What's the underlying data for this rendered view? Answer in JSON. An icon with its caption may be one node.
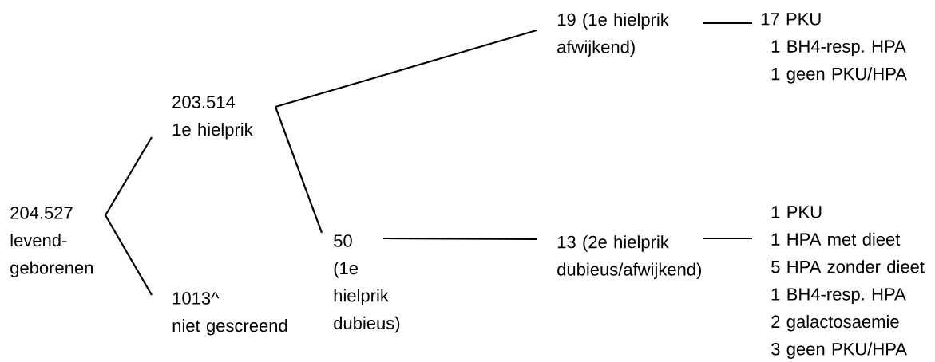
{
  "diagram": {
    "nodes": [
      {
        "text": [
          "204.527",
          "levend- geborenen"
        ]
      },
      {
        "text": [
          "203.514",
          "1e hielprik"
        ]
      },
      {
        "text": [
          "1013^",
          "niet gescreend"
        ]
      },
      {
        "text": [
          "50",
          "(1e hielprik dubieus)"
        ]
      },
      {
        "text": [
          "19 (1e hielprik afwijkend)"
        ]
      },
      {
        "text": [
          "13 (2e hielprik dubieus/afwijkend)"
        ]
      },
      {
        "text": [
          "17 PKU",
          "1 BH4-resp. HPA",
          "1 geen PKU/HPA"
        ]
      },
      {
        "text": [
          "1 PKU",
          "1 HPA met dieet",
          "5 HPA zonder dieet",
          "1 BH4-resp. HPA",
          "2 galactosaemie",
          "3 geen PKU/HPA"
        ]
      }
    ],
    "edges": [
      {
        "from": 0,
        "to": 1,
        "arrow": "none"
      },
      {
        "from": 0,
        "to": 2,
        "arrow": "none"
      },
      {
        "from": 1,
        "to": 4,
        "arrow": "none"
      },
      {
        "from": 1,
        "to": 3,
        "arrow": "none"
      },
      {
        "from": 3,
        "to": 5,
        "arrow": "none"
      },
      {
        "from": 4,
        "to": 6,
        "arrow": "none"
      },
      {
        "from": 5,
        "to": 7,
        "arrow": "none"
      }
    ]
  }
}
